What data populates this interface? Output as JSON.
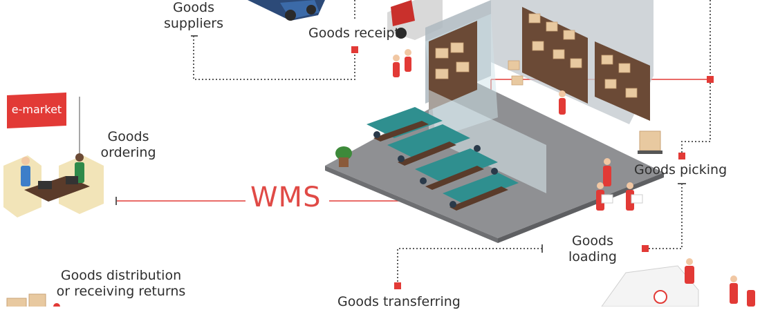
{
  "center_label": "WMS",
  "emarket_sign": "e-market",
  "stages": {
    "suppliers": [
      "Goods",
      "suppliers"
    ],
    "receipt": "Goods receipt",
    "ordering": [
      "Goods",
      "ordering"
    ],
    "picking": "Goods picking",
    "loading": [
      "Goods",
      "loading"
    ],
    "distribution": [
      "Goods distribution",
      "or receiving returns"
    ],
    "transferring": "Goods transferring"
  },
  "colors": {
    "accent_red": "#e23a36",
    "connector": "#555555",
    "floor": "#8f9093",
    "shelf": "#6b4a36",
    "box": "#e8c9a0",
    "teal": "#2f8f8f"
  }
}
